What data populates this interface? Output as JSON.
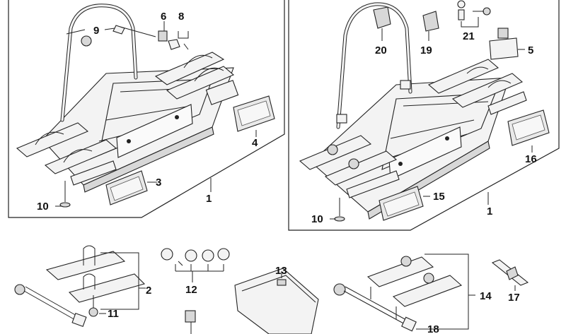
{
  "diagram": {
    "callouts": {
      "c1_left": "1",
      "c1_right": "1",
      "c2": "2",
      "c3": "3",
      "c4": "4",
      "c5": "5",
      "c6": "6",
      "c8": "8",
      "c9": "9",
      "c10_left": "10",
      "c10_right": "10",
      "c11": "11",
      "c12": "12",
      "c13": "13",
      "c14": "14",
      "c15": "15",
      "c16": "16",
      "c17": "17",
      "c18": "18",
      "c19": "19",
      "c20": "20",
      "c21": "21"
    }
  }
}
